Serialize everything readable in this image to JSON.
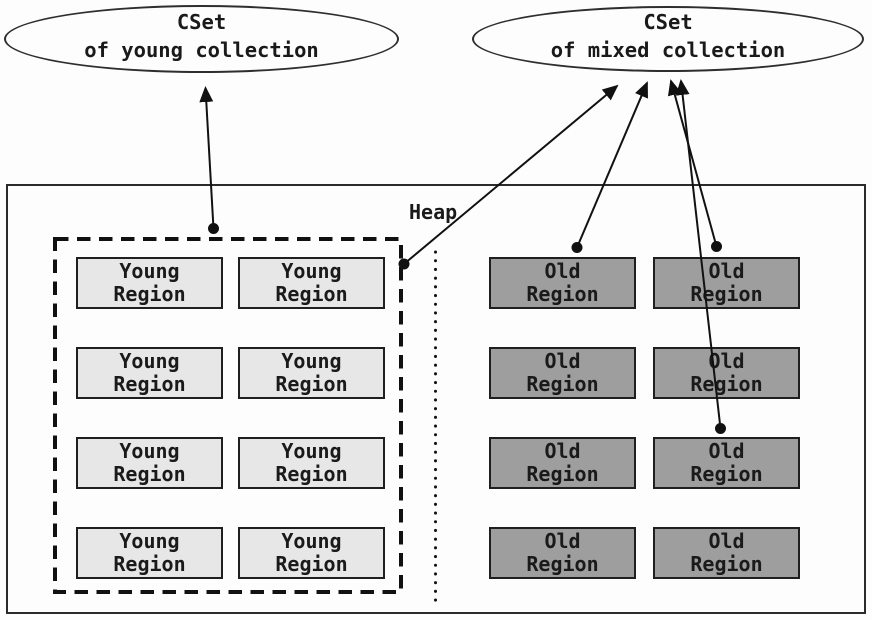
{
  "cset_young": {
    "line1": "CSet",
    "line2": "of young collection"
  },
  "cset_mixed": {
    "line1": "CSet",
    "line2": "of mixed collection"
  },
  "heap": {
    "label": "Heap"
  },
  "young_region": {
    "line1": "Young",
    "line2": "Region"
  },
  "old_region": {
    "line1": "Old",
    "line2": "Region"
  },
  "colors": {
    "background": "#fdfdfd",
    "young_region_fill": "#e7e7e7",
    "old_region_fill": "#9e9e9e",
    "line": "#1a1a1a"
  }
}
